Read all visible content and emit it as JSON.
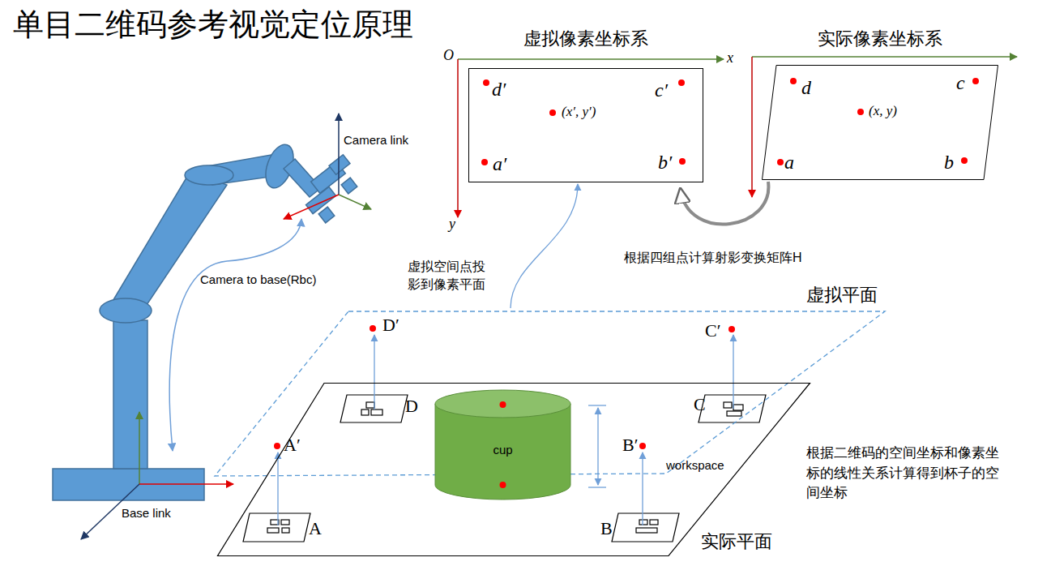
{
  "diagram": {
    "title": "单目二维码参考视觉定位原理",
    "nodes": [
      {
        "text": [
          "虚拟像素坐标系"
        ]
      },
      {
        "text": [
          "实际像素坐标系"
        ]
      },
      {
        "text": [
          "虚拟平面"
        ]
      },
      {
        "text": [
          "实际平面"
        ]
      },
      {
        "text": [
          "cup"
        ],
        "in": 3
      }
    ],
    "edges": [
      {
        "from": 1,
        "to": 0,
        "label": "根据四组点计算射影变换矩阵H",
        "arrow": "to"
      },
      {
        "from": 2,
        "to": 0,
        "label": "虚拟空间点投影到像素平面",
        "arrow": "to"
      }
    ],
    "labels": [
      "O",
      "x",
      "y",
      "d′",
      "c′",
      "(x′, y′)",
      "a′",
      "b′",
      "d",
      "c",
      "(x, y)",
      "a",
      "b",
      "Camera link",
      "Camera to base(Rbc)",
      "Base link",
      "D′",
      "C′",
      "A′",
      "B′",
      "D",
      "C",
      "B",
      "A",
      "workspace",
      "根据二维码的空间坐标和像素坐标的线性关系计算得到杯子的空间坐标"
    ]
  }
}
